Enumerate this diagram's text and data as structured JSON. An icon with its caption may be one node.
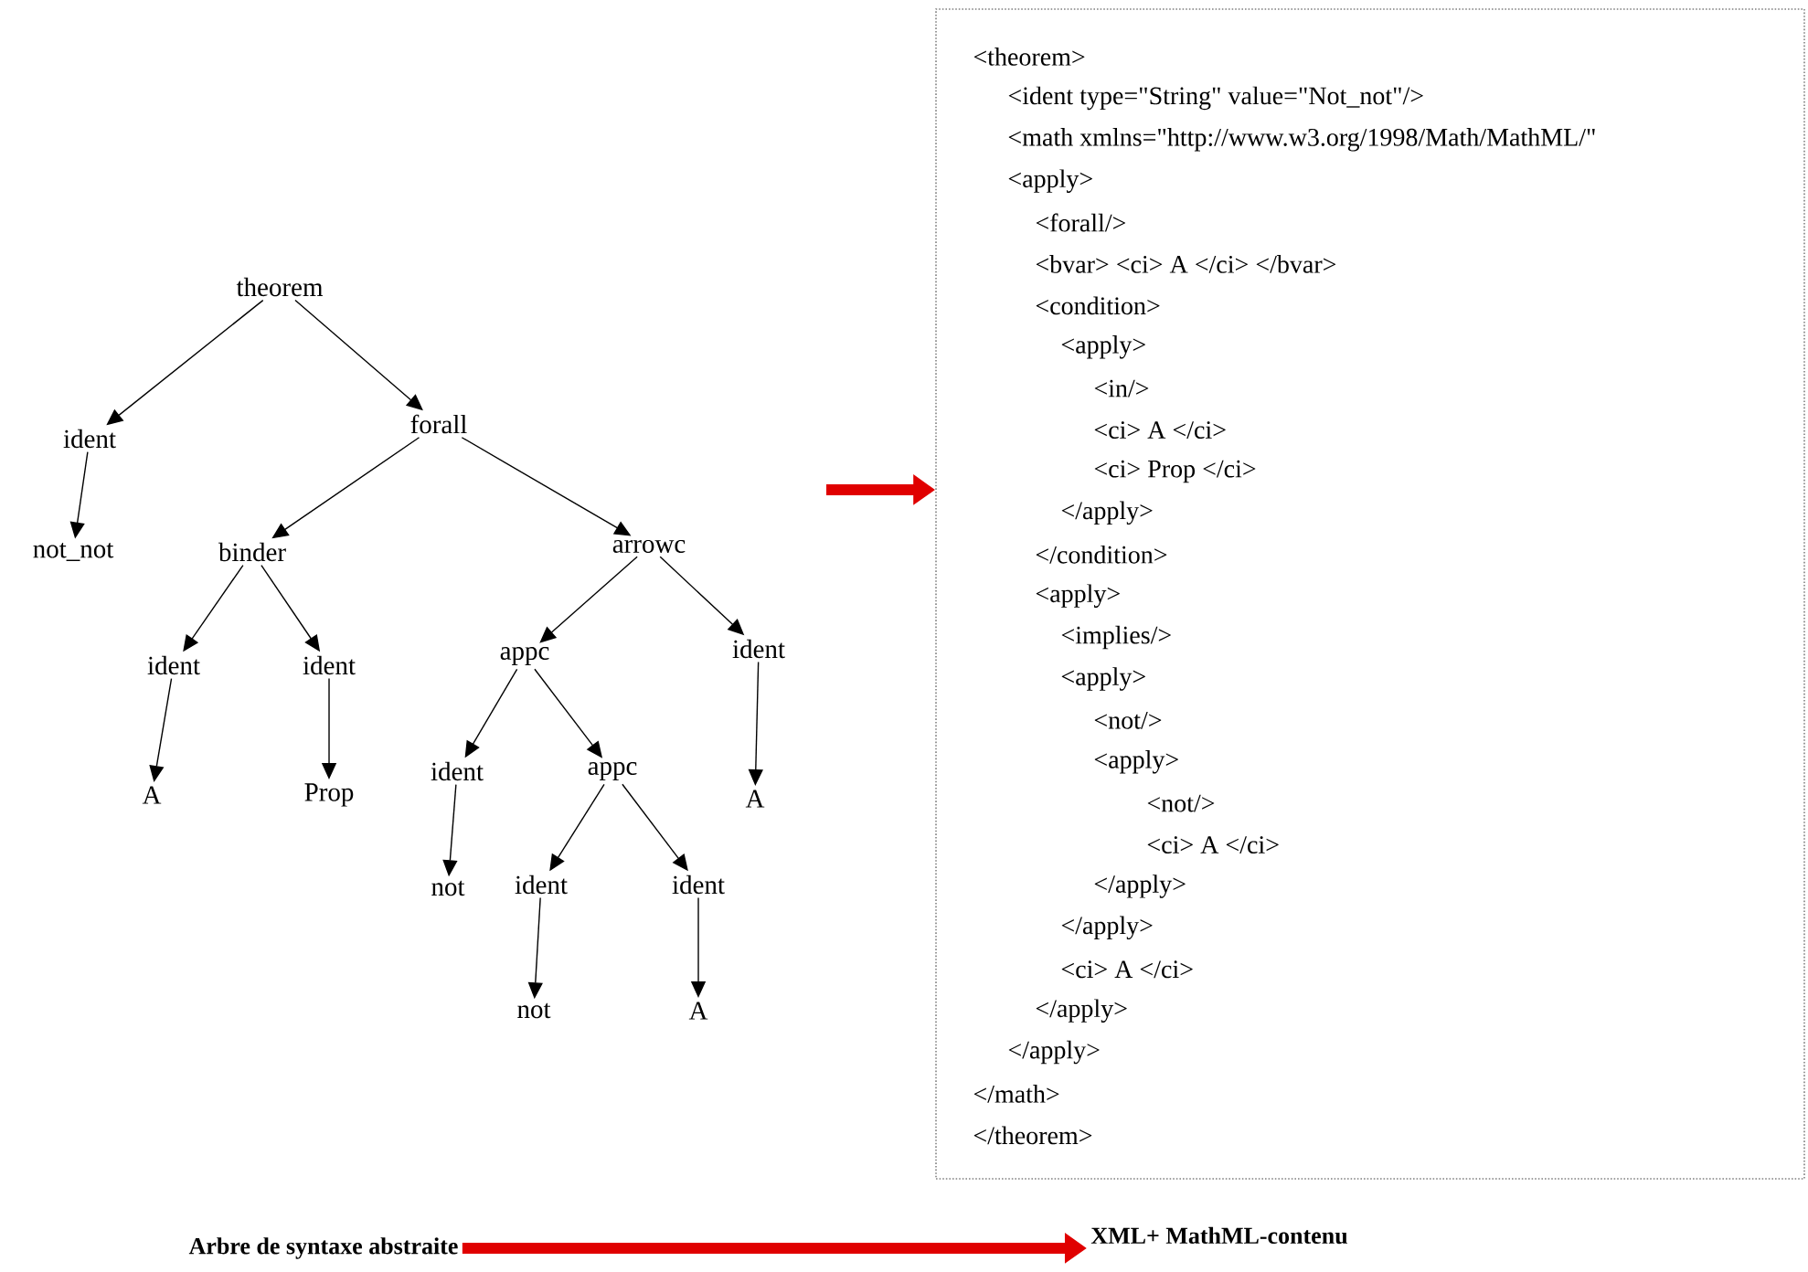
{
  "diagram": {
    "nodes": [
      {
        "text": [
          "theorem"
        ]
      },
      {
        "text": [
          "ident"
        ]
      },
      {
        "text": [
          "forall"
        ]
      },
      {
        "text": [
          "not_not"
        ]
      },
      {
        "text": [
          "binder"
        ]
      },
      {
        "text": [
          "arrowc"
        ]
      },
      {
        "text": [
          "ident"
        ]
      },
      {
        "text": [
          "ident"
        ]
      },
      {
        "text": [
          "A"
        ]
      },
      {
        "text": [
          "Prop"
        ]
      },
      {
        "text": [
          "appc"
        ]
      },
      {
        "text": [
          "ident"
        ]
      },
      {
        "text": [
          "ident"
        ]
      },
      {
        "text": [
          "appc"
        ]
      },
      {
        "text": [
          "A"
        ]
      },
      {
        "text": [
          "not"
        ]
      },
      {
        "text": [
          "ident"
        ]
      },
      {
        "text": [
          "ident"
        ]
      },
      {
        "text": [
          "not"
        ]
      },
      {
        "text": [
          "A"
        ]
      },
      {
        "text": [
          "<theorem>",
          "<ident type=\"String\" value=\"Not_not\"/>",
          "<math xmlns=\"http://www.w3.org/1998/Math/MathML/\"",
          "<apply>",
          "<forall/>",
          "<bvar> <ci> A </ci> </bvar>",
          "<condition>",
          "<apply>",
          "<in/>",
          "<ci> A </ci>",
          "<ci> Prop </ci>",
          "</apply>",
          "</condition>",
          "<apply>",
          "<implies/>",
          "<apply>",
          "<not/>",
          "<apply>",
          "<not/>",
          "<ci> A </ci>",
          "</apply>",
          "</apply>",
          "<ci> A </ci>",
          "</apply>",
          "</apply>",
          "</math>",
          "</theorem>"
        ]
      },
      {
        "text": [
          "Arbre de syntaxe abstraite"
        ]
      },
      {
        "text": [
          "XML+ MathML-contenu"
        ]
      }
    ],
    "edges": [
      {
        "from": 0,
        "to": 1,
        "arrow": "to"
      },
      {
        "from": 0,
        "to": 2,
        "arrow": "to"
      },
      {
        "from": 1,
        "to": 3,
        "arrow": "to"
      },
      {
        "from": 2,
        "to": 4,
        "arrow": "to"
      },
      {
        "from": 2,
        "to": 5,
        "arrow": "to"
      },
      {
        "from": 4,
        "to": 6,
        "arrow": "to"
      },
      {
        "from": 4,
        "to": 7,
        "arrow": "to"
      },
      {
        "from": 6,
        "to": 8,
        "arrow": "to"
      },
      {
        "from": 7,
        "to": 9,
        "arrow": "to"
      },
      {
        "from": 5,
        "to": 10,
        "arrow": "to"
      },
      {
        "from": 5,
        "to": 11,
        "arrow": "to"
      },
      {
        "from": 10,
        "to": 12,
        "arrow": "to"
      },
      {
        "from": 10,
        "to": 13,
        "arrow": "to"
      },
      {
        "from": 11,
        "to": 14,
        "arrow": "to"
      },
      {
        "from": 12,
        "to": 15,
        "arrow": "to"
      },
      {
        "from": 13,
        "to": 16,
        "arrow": "to"
      },
      {
        "from": 13,
        "to": 17,
        "arrow": "to"
      },
      {
        "from": 16,
        "to": 18,
        "arrow": "to"
      },
      {
        "from": 17,
        "to": 19,
        "arrow": "to"
      },
      {
        "from": null,
        "to": 20,
        "arrow": "to",
        "style": "thick",
        "color": "#e00000"
      },
      {
        "from": 21,
        "to": 22,
        "arrow": "to",
        "style": "thick",
        "color": "#e00000"
      }
    ]
  }
}
